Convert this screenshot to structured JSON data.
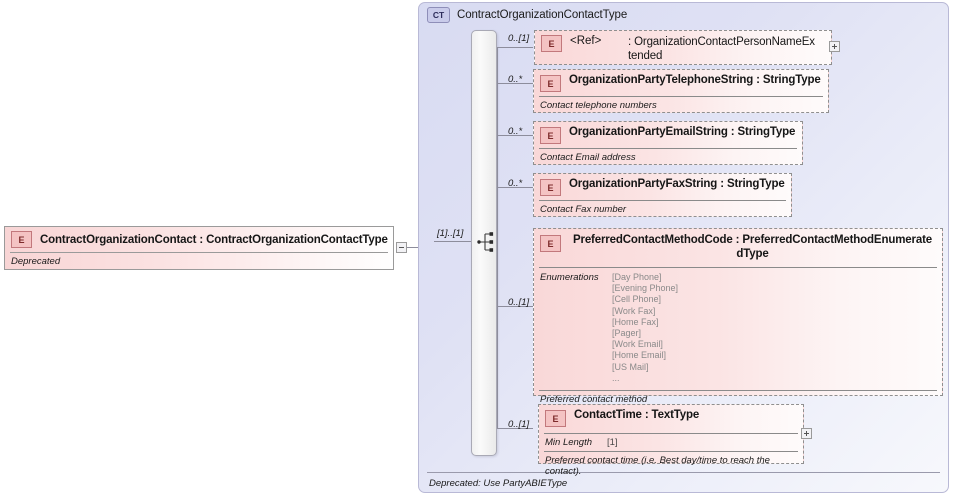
{
  "diagram": {
    "kind": "xsd-schema-diagram",
    "root_element": {
      "badge": "E",
      "name": "ContractOrganizationContact : ContractOrganizationContactType",
      "annotation": "Deprecated",
      "toggle_icon": "minus-icon",
      "cardinality": "[1]..[1]"
    },
    "complex_type": {
      "badge": "CT",
      "title": "ContractOrganizationContactType",
      "footer": "Deprecated: Use PartyABIEType",
      "compositor_icon": "sequence-icon"
    },
    "children": [
      {
        "badge": "E",
        "cardinality": "0..[1]",
        "ref_label": "<Ref>",
        "name": ": OrganizationContactPersonNameExtended",
        "name_line1": ": OrganizationContactPersonNameEx",
        "name_line2": "tended",
        "annotation": "",
        "expand_icon": "plus-icon",
        "has_expand": true
      },
      {
        "badge": "E",
        "cardinality": "0..*",
        "name": "OrganizationPartyTelephoneString : StringType",
        "annotation": "Contact telephone numbers",
        "has_expand": false
      },
      {
        "badge": "E",
        "cardinality": "0..*",
        "name": "OrganizationPartyEmailString : StringType",
        "annotation": "Contact Email address",
        "has_expand": false
      },
      {
        "badge": "E",
        "cardinality": "0..*",
        "name": "OrganizationPartyFaxString : StringType",
        "annotation": "Contact Fax number",
        "has_expand": false
      },
      {
        "badge": "E",
        "cardinality": "0..[1]",
        "name": "PreferredContactMethodCode : PreferredContactMethodEnumeratedType",
        "name_line1": "PreferredContactMethodCode : PreferredContactMethodEnumerate",
        "name_line2": "dType",
        "facet_label": "Enumerations",
        "enumerations": [
          "[Day Phone]",
          "[Evening Phone]",
          "[Cell Phone]",
          "[Work Fax]",
          "[Home Fax]",
          "[Pager]",
          "[Work Email]",
          "[Home Email]",
          "[US Mail]",
          "..."
        ],
        "annotation": "Preferred contact method",
        "has_expand": false
      },
      {
        "badge": "E",
        "cardinality": "0..[1]",
        "name": "ContactTime : TextType",
        "facet_label": "Min Length",
        "facet_value": "[1]",
        "annotation": "Preferred contact time (i.e. Best day/time to reach the contact).",
        "expand_icon": "plus-icon",
        "has_expand": true
      }
    ]
  },
  "colors": {
    "element_fill_start": "#f9d8d8",
    "element_fill_end": "#fefbfb",
    "container_fill_start": "#d8dbf2",
    "container_fill_end": "#f7f8fc",
    "badge_e_border": "#c2787c",
    "badge_ct_border": "#8e8eb8",
    "connector": "#8d8d9c"
  }
}
